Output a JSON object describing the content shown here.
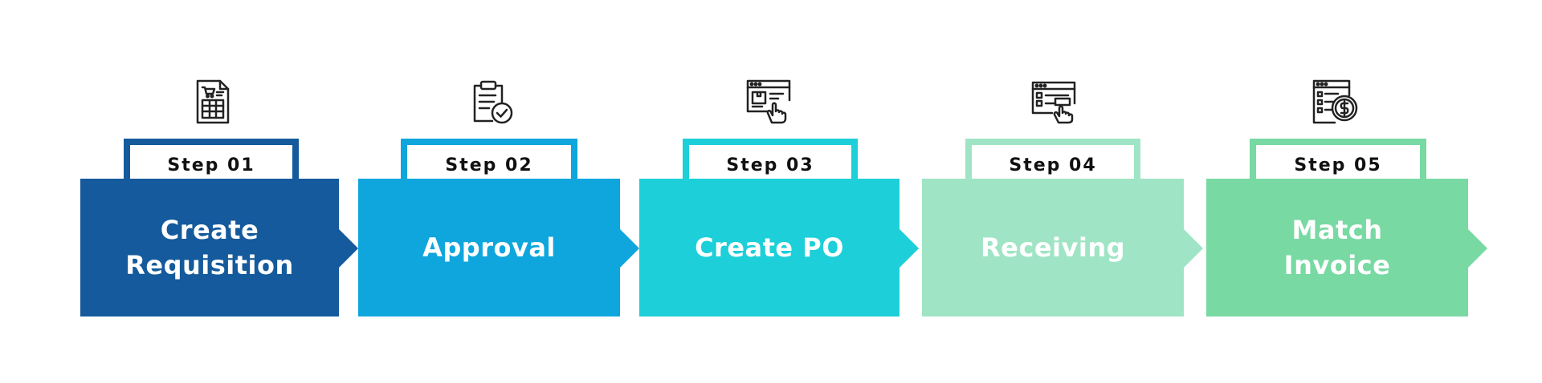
{
  "steps": [
    {
      "step_label": "Step 01",
      "title": "Create\nRequisition",
      "icon": "spreadsheet-cart-icon",
      "color": "#145a9c"
    },
    {
      "step_label": "Step 02",
      "title": "Approval",
      "icon": "clipboard-check-icon",
      "color": "#0ea6dc"
    },
    {
      "step_label": "Step 03",
      "title": "Create PO",
      "icon": "browser-click-icon",
      "color": "#1ccfd9"
    },
    {
      "step_label": "Step 04",
      "title": "Receiving",
      "icon": "checklist-touch-icon",
      "color": "#9fe5c5"
    },
    {
      "step_label": "Step 05",
      "title": "Match\nInvoice",
      "icon": "invoice-dollar-icon",
      "color": "#78d9a3"
    }
  ],
  "colors": {
    "background": "#ffffff",
    "tab_text": "#111111",
    "box_text": "#ffffff"
  }
}
